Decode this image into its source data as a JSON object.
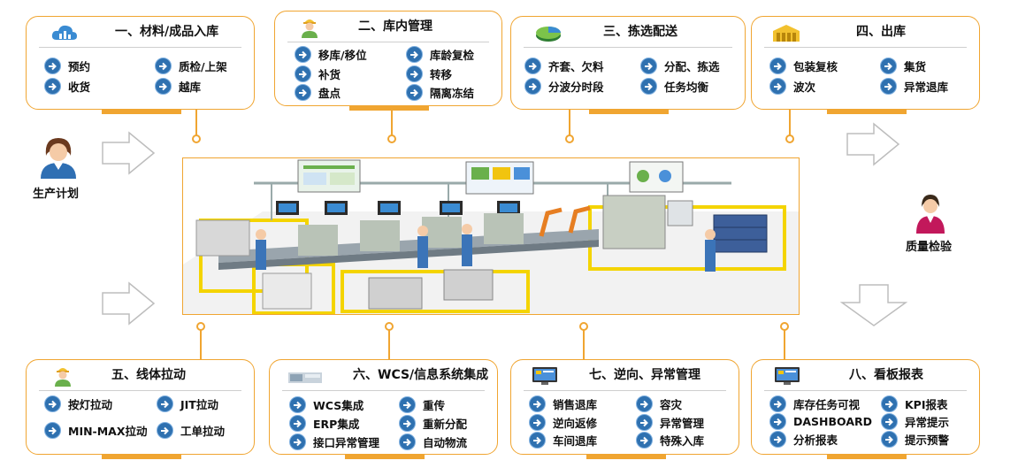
{
  "boxes": [
    {
      "title": "一、材料/成品入库",
      "icon": "cloud-chart-icon",
      "items": [
        "预约",
        "质检/上架",
        "收货",
        "越库"
      ]
    },
    {
      "title": "二、库内管理",
      "icon": "worker-icon",
      "items": [
        "移库/移位",
        "库龄复检",
        "补货",
        "转移",
        "盘点",
        "隔离冻结"
      ]
    },
    {
      "title": "三、拣选配送",
      "icon": "pie-chart-icon",
      "items": [
        "齐套、欠料",
        "分配、拣选",
        "分波分时段",
        "任务均衡"
      ]
    },
    {
      "title": "四、出库",
      "icon": "warehouse-icon",
      "items": [
        "包装复核",
        "集货",
        "波次",
        "异常退库"
      ]
    },
    {
      "title": "五、线体拉动",
      "icon": "worker-icon",
      "items": [
        "按灯拉动",
        "JIT拉动",
        "MIN-MAX拉动",
        "工单拉动"
      ]
    },
    {
      "title": "六、WCS/信息系统集成",
      "icon": "machine-icon",
      "items": [
        "WCS集成",
        "重传",
        "ERP集成",
        "重新分配",
        "接口异常管理",
        "自动物流"
      ]
    },
    {
      "title": "七、逆向、异常管理",
      "icon": "monitor-icon",
      "items": [
        "销售退库",
        "容灾",
        "逆向返修",
        "异常管理",
        "车间退库",
        "特殊入库"
      ]
    },
    {
      "title": "八、看板报表",
      "icon": "monitor-icon",
      "items": [
        "库存任务可视",
        "KPI报表",
        "DASHBOARD",
        "异常提示",
        "分析报表",
        "提示预警"
      ]
    }
  ],
  "left_label": "生产计划",
  "right_label": "质量检验",
  "colors": {
    "accent": "#f0a531",
    "arrow_blue": "#2f71b0"
  }
}
